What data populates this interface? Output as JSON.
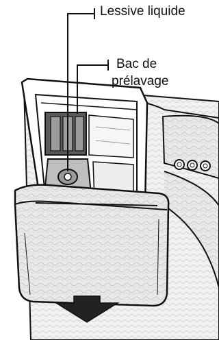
{
  "labels": {
    "liquid_detergent": "Lessive liquide",
    "prewash_line1": "Bac de",
    "prewash_line2": "prélavage"
  },
  "colors": {
    "ink": "#111111",
    "paper": "#ffffff",
    "texture": "#cfcfcf"
  }
}
